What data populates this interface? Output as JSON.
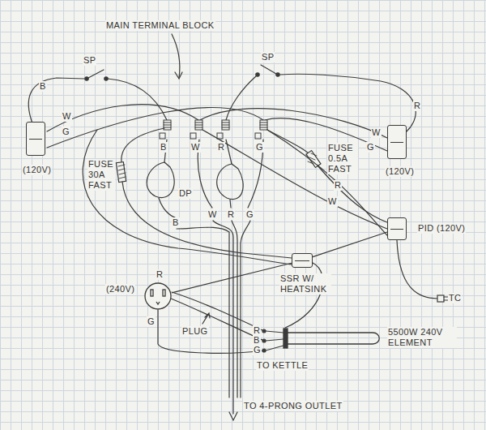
{
  "diagram": {
    "nodes": [
      {
        "text": [
          "(120V)"
        ]
      },
      {
        "text": [
          "(120V)"
        ]
      },
      {
        "text": [
          "PID (120V)"
        ]
      },
      {
        "text": [
          "SSR W/ HEATSINK"
        ]
      },
      {
        "text": [
          "(240V)"
        ]
      },
      {
        "text": [
          "5500W 240V ELEMENT"
        ]
      }
    ],
    "edges": [
      {
        "from": 2,
        "to": 3,
        "arrow": "none"
      },
      {
        "from": 3,
        "to": 4,
        "arrow": "none"
      }
    ],
    "labels": [
      "MAIN TERMINAL BLOCK",
      "SP",
      "SP",
      "B",
      "W",
      "G",
      "R",
      "W",
      "G",
      "B",
      "W",
      "R",
      "G",
      "FUSE 30A FAST",
      "DP",
      "FUSE 0.5A FAST",
      "R",
      "W",
      "B",
      "W",
      "R",
      "G",
      "R",
      "G",
      "PLUG",
      "R",
      "B",
      "G",
      "TO KETTLE",
      "TC",
      "TO 4-PRONG OUTLET"
    ]
  }
}
